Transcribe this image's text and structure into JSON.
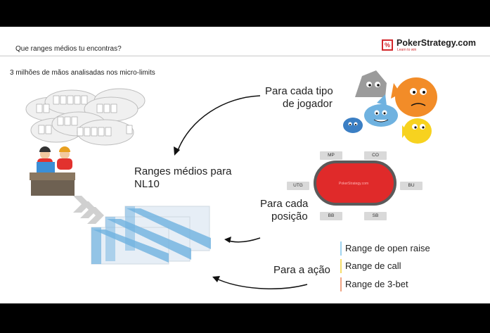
{
  "header": {
    "title": "Que ranges médios tu encontras?",
    "logo_text": "PokerStrategy.com",
    "logo_tagline": "Learn to win"
  },
  "subtitle": "3 milhões de mãos analisadas nos micro-limits",
  "labels": {
    "player_type_line1": "Para cada tipo",
    "player_type_line2": "de jogador",
    "ranges_line1": "Ranges médios para",
    "ranges_line2": "NL10",
    "position_line1": "Para cada",
    "position_line2": "posição",
    "action": "Para a ação"
  },
  "seats": {
    "mp": "MP",
    "co": "CO",
    "utg": "UTG",
    "bu": "BU",
    "bb": "BB",
    "sb": "SB"
  },
  "table_logo": "PokerStrategy.com",
  "ranges": [
    {
      "label": "Range de open raise",
      "color": "#9fd3ee"
    },
    {
      "label": "Range de call",
      "color": "#f5dd6a"
    },
    {
      "label": "Range de 3-bet",
      "color": "#f0a484"
    }
  ],
  "colors": {
    "brand_red": "#d3282d",
    "table_felt": "#e02a2a",
    "grid_blue": "#6fb2e0"
  },
  "icons": [
    "player-avatars-icon",
    "poker-fish-icon",
    "poker-shark-icon",
    "poker-rock-icon",
    "fast-forward-arrows-icon"
  ]
}
